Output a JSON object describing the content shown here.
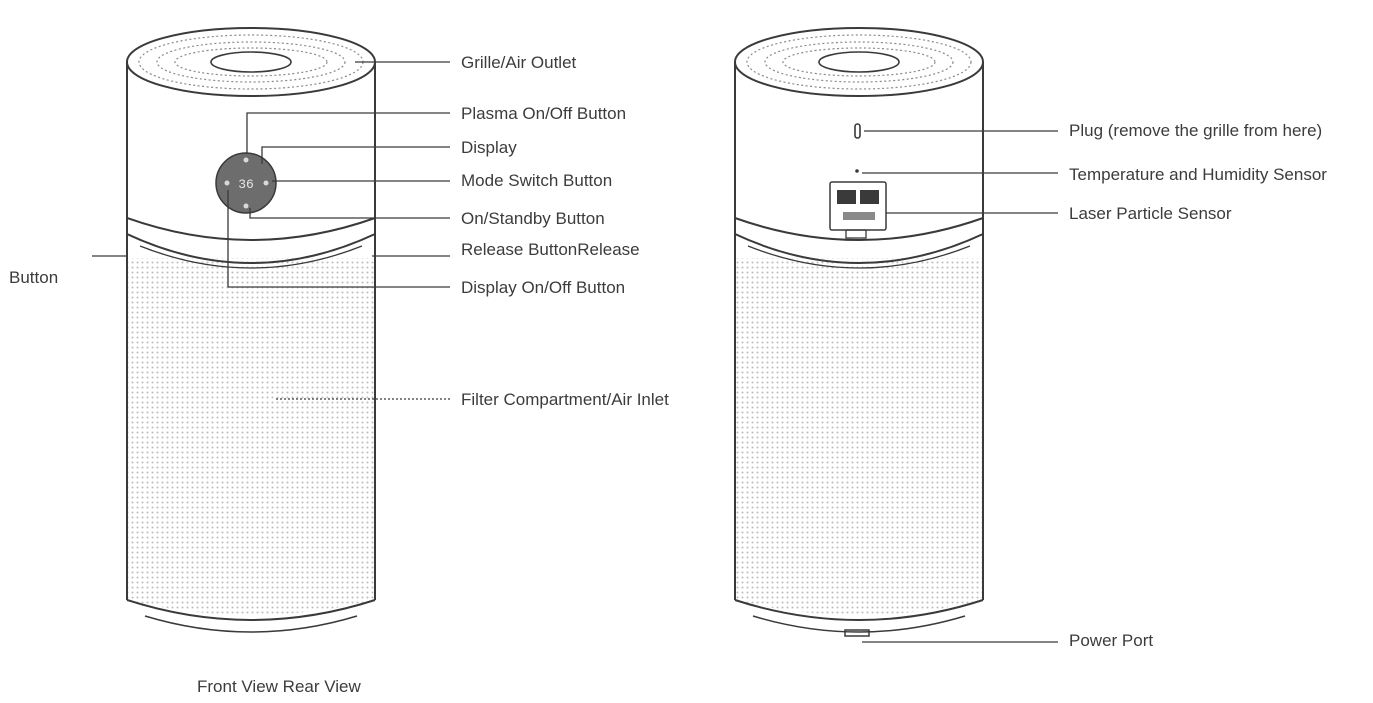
{
  "front": {
    "labels": {
      "grille": "Grille/Air Outlet",
      "plasma": "Plasma On/Off Button",
      "display": "Display",
      "mode": "Mode Switch Button",
      "standby": "On/Standby Button",
      "release": "Release ButtonRelease",
      "release_left": "Button",
      "display_toggle": "Display On/Off Button",
      "filter": "Filter Compartment/Air Inlet"
    },
    "display_readout": "36"
  },
  "rear": {
    "labels": {
      "plug": "Plug (remove the grille from here)",
      "temp": "Temperature and Humidity Sensor",
      "laser": "Laser Particle Sensor",
      "power": "Power Port"
    }
  },
  "caption": "Front View Rear View",
  "colors": {
    "line": "#3a3a3a",
    "dots": "#bdbdbd",
    "text": "#3c3c3c"
  }
}
